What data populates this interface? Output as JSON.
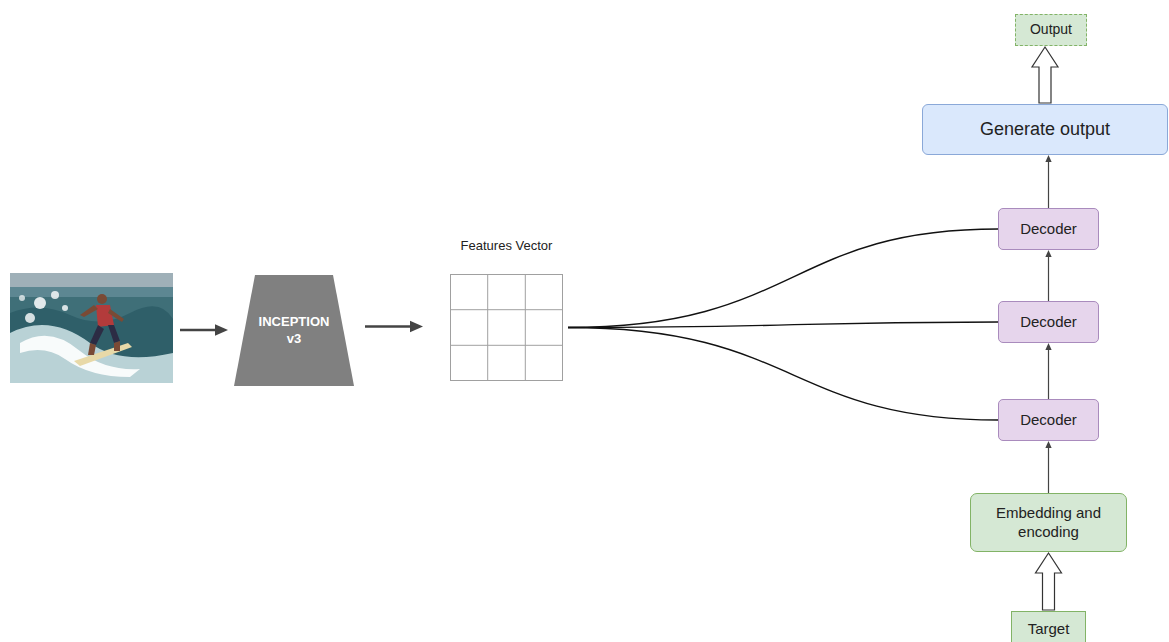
{
  "diagram": {
    "nodes": [
      {
        "text": [
          "INCEPTION v3"
        ]
      },
      {
        "text": [
          "Features Vector"
        ]
      },
      {
        "text": [
          "Output"
        ]
      },
      {
        "text": [
          "Generate output"
        ]
      },
      {
        "text": [
          "Decoder"
        ]
      },
      {
        "text": [
          "Decoder"
        ]
      },
      {
        "text": [
          "Decoder"
        ]
      },
      {
        "text": [
          "Embedding and encoding"
        ]
      },
      {
        "text": [
          "Target"
        ]
      }
    ],
    "edges": [
      {
        "from": 0,
        "to": 1,
        "arrow": "to"
      },
      {
        "from": 1,
        "to": 4,
        "arrow": "none"
      },
      {
        "from": 1,
        "to": 5,
        "arrow": "none"
      },
      {
        "from": 1,
        "to": 6,
        "arrow": "none"
      },
      {
        "from": 8,
        "to": 7,
        "arrow": "to"
      },
      {
        "from": 7,
        "to": 6,
        "arrow": "to"
      },
      {
        "from": 6,
        "to": 5,
        "arrow": "to"
      },
      {
        "from": 5,
        "to": 4,
        "arrow": "to"
      },
      {
        "from": 4,
        "to": 3,
        "arrow": "to"
      },
      {
        "from": 3,
        "to": 2,
        "arrow": "to"
      }
    ]
  }
}
